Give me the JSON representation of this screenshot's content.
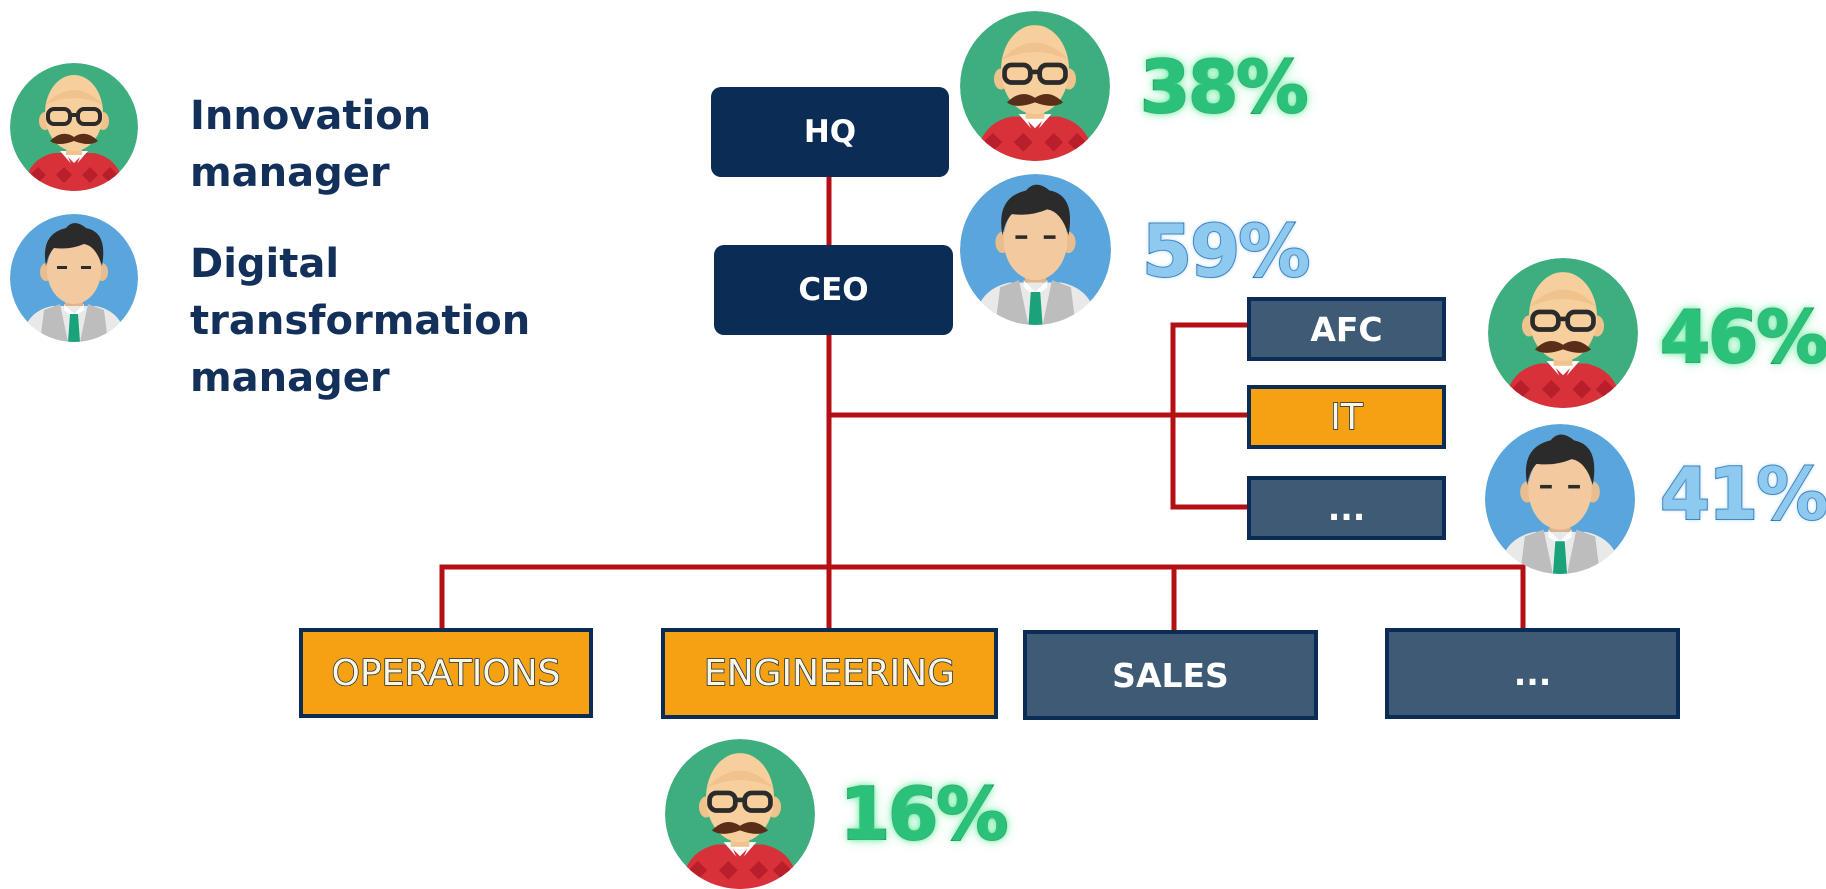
{
  "legend": {
    "innovation_label": "Innovation manager",
    "innovation_line1": "Innovation",
    "innovation_line2": "manager",
    "digital_label": "Digital transformation manager",
    "digital_line1": "Digital",
    "digital_line2": "transformation",
    "digital_line3": "manager"
  },
  "boxes": {
    "hq": "HQ",
    "ceo": "CEO",
    "afc": "AFC",
    "it": "IT",
    "side_more": "...",
    "operations": "OPERATIONS",
    "engineering": "ENGINEERING",
    "sales": "SALES",
    "bottom_more": "..."
  },
  "percentages": {
    "hq_innovation": "38%",
    "ceo_digital": "59%",
    "it_innovation": "46%",
    "it_digital": "41%",
    "engineering_innovation": "16%"
  },
  "colors": {
    "dark_box": "#0b2d55",
    "slate_box": "#3e5a74",
    "highlight_box": "#f6a111",
    "connector": "#b40f14",
    "innovation_pct": "#2cc17a",
    "digital_pct": "#8ec9f0",
    "legend_text": "#13305a"
  },
  "icons": {
    "innovation_avatar": "bald-mustache-glasses-man-icon",
    "digital_avatar": "dark-hair-tie-man-icon"
  }
}
